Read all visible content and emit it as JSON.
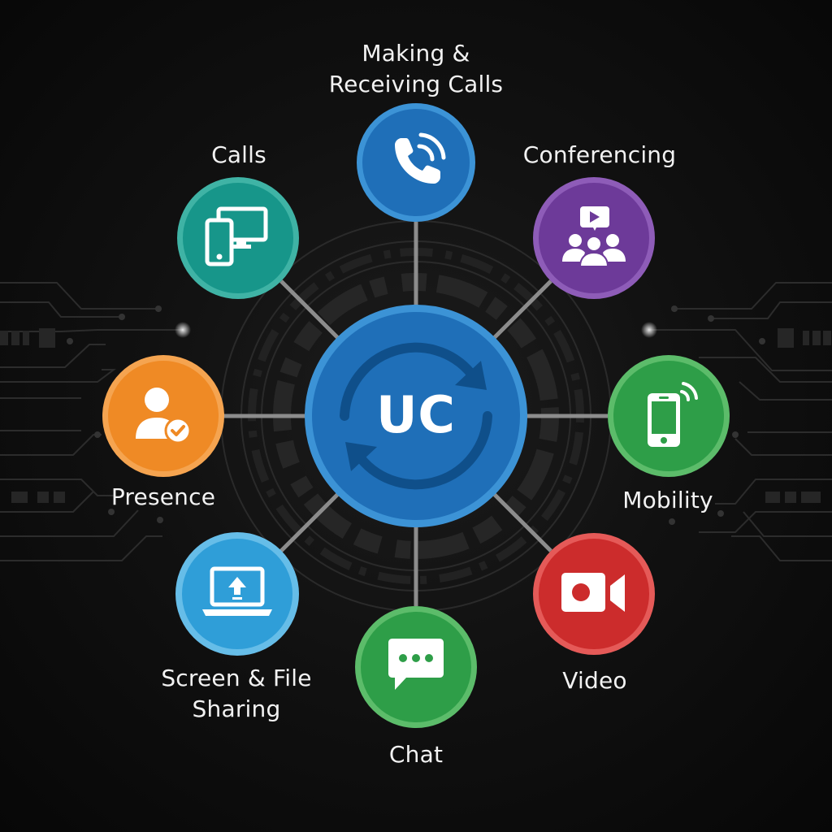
{
  "hub": {
    "label": "UC",
    "icon": "sync-arrows-icon",
    "fill": "#1f6fb8",
    "ring": "#3c93d6",
    "arrow_color": "#0f4f8a"
  },
  "connector_color": "#8c8c8c",
  "nodes": [
    {
      "id": "making-receiving-calls",
      "label_line1": "Making &",
      "label_line2": "Receiving Calls",
      "icon": "phone-ringing-icon",
      "fill": "#1f6fb8",
      "ring": "#3c93d6"
    },
    {
      "id": "calls",
      "label_line1": "Calls",
      "icon": "phone-and-monitor-icon",
      "fill": "#17968a",
      "ring": "#3fb3a5"
    },
    {
      "id": "conferencing",
      "label_line1": "Conferencing",
      "icon": "group-video-icon",
      "fill": "#6d3a99",
      "ring": "#8e5cb8"
    },
    {
      "id": "presence",
      "label_line1": "Presence",
      "icon": "user-check-icon",
      "fill": "#ef8a25",
      "ring": "#f5a450"
    },
    {
      "id": "mobility",
      "label_line1": "Mobility",
      "icon": "mobile-signal-icon",
      "fill": "#2e9e48",
      "ring": "#5cbc6a"
    },
    {
      "id": "screen-file-sharing",
      "label_line1": "Screen & File",
      "label_line2": "Sharing",
      "icon": "laptop-upload-icon",
      "fill": "#2f9ed8",
      "ring": "#66bde8"
    },
    {
      "id": "video",
      "label_line1": "Video",
      "icon": "video-camera-icon",
      "fill": "#cc2c2c",
      "ring": "#e55a58"
    },
    {
      "id": "chat",
      "label_line1": "Chat",
      "icon": "chat-bubble-icon",
      "fill": "#2e9e48",
      "ring": "#5cbc6a"
    }
  ]
}
